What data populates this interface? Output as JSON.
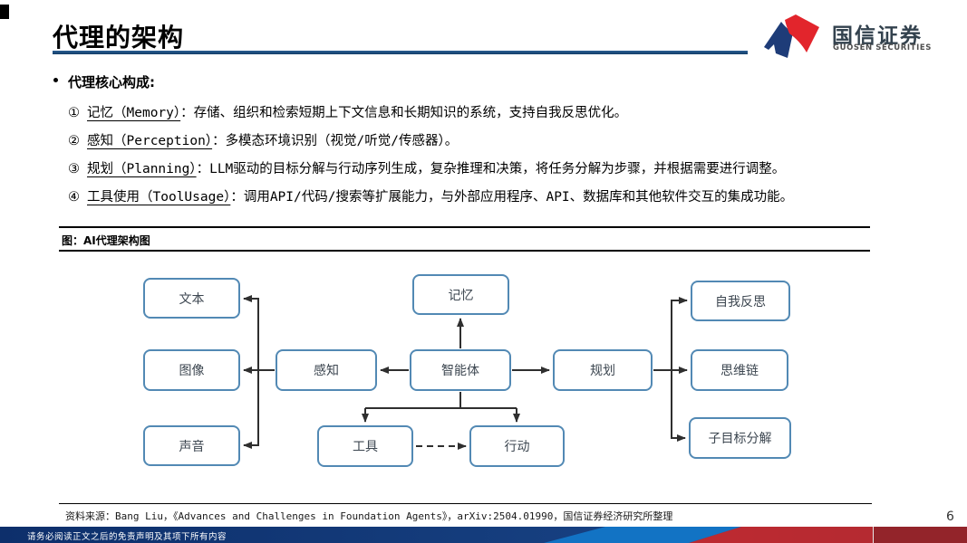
{
  "page": {
    "title": "代理的架构",
    "page_number": "6"
  },
  "logo": {
    "name_cn": "国信证券",
    "name_en": "GUOSEN SECURITIES"
  },
  "content": {
    "bullet_header": "代理核心构成:",
    "items": [
      {
        "num": "①",
        "term": "记忆（Memory）",
        "colon": "：",
        "desc": "存储、组织和检索短期上下文信息和长期知识的系统，支持自我反思优化。"
      },
      {
        "num": "②",
        "term": "感知（Perception）",
        "colon": "：",
        "desc": "多模态环境识别（视觉/听觉/传感器）。"
      },
      {
        "num": "③",
        "term": "规划（Planning）",
        "colon": "：",
        "desc": "LLM驱动的目标分解与行动序列生成，复杂推理和决策，将任务分解为步骤，并根据需要进行调整。"
      },
      {
        "num": "④",
        "term": "工具使用（ToolUsage）",
        "colon": "：",
        "desc": "调用API/代码/搜索等扩展能力，与外部应用程序、API、数据库和其他软件交互的集成功能。"
      }
    ]
  },
  "figure": {
    "caption": "图：AI代理架构图",
    "nodes": [
      {
        "id": "text",
        "label": "文本"
      },
      {
        "id": "memory",
        "label": "记忆"
      },
      {
        "id": "self-reflection",
        "label": "自我反思"
      },
      {
        "id": "image",
        "label": "图像"
      },
      {
        "id": "perception",
        "label": "感知"
      },
      {
        "id": "agent",
        "label": "智能体"
      },
      {
        "id": "planning",
        "label": "规划"
      },
      {
        "id": "chain-of-thought",
        "label": "思维链"
      },
      {
        "id": "sound",
        "label": "声音"
      },
      {
        "id": "tools",
        "label": "工具"
      },
      {
        "id": "action",
        "label": "行动"
      },
      {
        "id": "subgoal-decomposition",
        "label": "子目标分解"
      }
    ]
  },
  "footer": {
    "source": "资料来源：Bang Liu，《Advances and Challenges in Foundation Agents》，arXiv:2504.01990，国信证券经济研究所整理",
    "disclaimer": "请务必阅读正文之后的免责声明及其项下所有内容"
  },
  "colors": {
    "accent_navy": "#17406a",
    "box_border": "#5289b4",
    "arrow": "#2f2f2f",
    "logo_blue": "#1e3c78",
    "logo_red": "#e2252c",
    "bar_blue": "#123a7a",
    "bar_light_blue": "#1273c4",
    "bar_red": "#c0262c"
  }
}
